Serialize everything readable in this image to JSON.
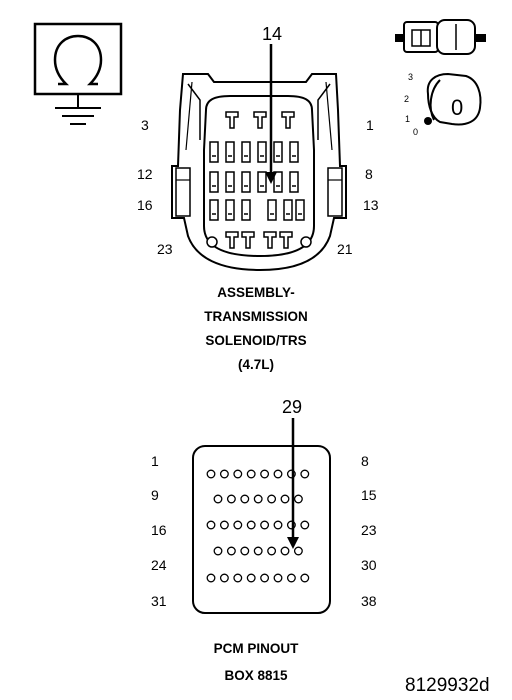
{
  "callouts": {
    "connector_pin": "14",
    "pcm_pin": "29"
  },
  "connector": {
    "pin_labels": {
      "top_left": "3",
      "top_right": "1",
      "mid_left": "12",
      "mid_right": "8",
      "lower_left": "16",
      "lower_right": "13",
      "bottom_left": "23",
      "bottom_right": "21"
    },
    "caption": [
      "ASSEMBLY-",
      "TRANSMISSION",
      "SOLENOID/TRS",
      "(4.7L)"
    ]
  },
  "ignition_key": {
    "positions": [
      "3",
      "2",
      "1",
      "0"
    ],
    "key_label": "0"
  },
  "pcm": {
    "row_labels_left": [
      "1",
      "9",
      "16",
      "24",
      "31"
    ],
    "row_labels_right": [
      "8",
      "15",
      "23",
      "30",
      "38"
    ],
    "caption": [
      "PCM PINOUT",
      "BOX 8815"
    ],
    "hole_rows": [
      8,
      7,
      8,
      7,
      8
    ]
  },
  "figure_id": "8129932d",
  "icons": [
    "ohmmeter-ground-icon",
    "connector-plug-icon",
    "ignition-key-icon"
  ]
}
